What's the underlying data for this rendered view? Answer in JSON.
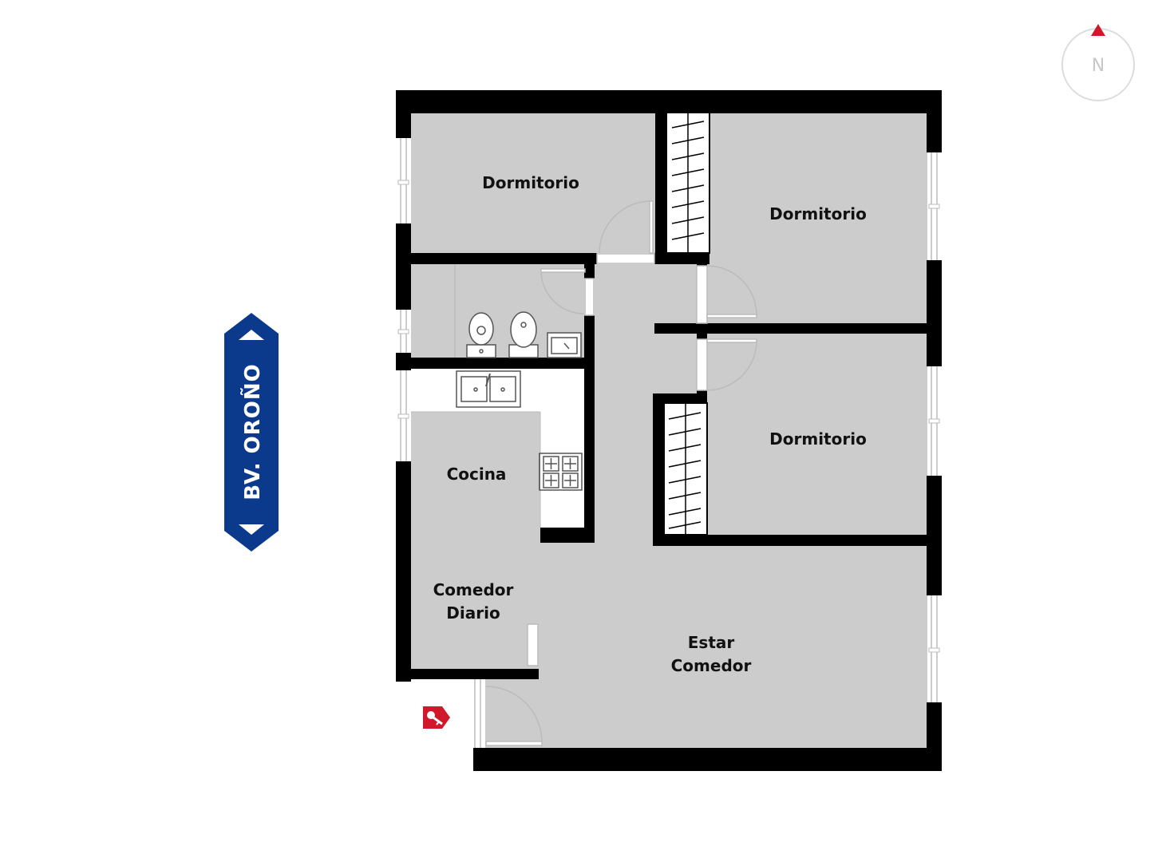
{
  "rooms": {
    "dormitorio_1": "Dormitorio",
    "dormitorio_2": "Dormitorio",
    "dormitorio_3": "Dormitorio",
    "cocina": "Cocina",
    "comedor_diario_line1": "Comedor",
    "comedor_diario_line2": "Diario",
    "estar_line1": "Estar",
    "estar_line2": "Comedor"
  },
  "street": {
    "name": "BV. OROÑO"
  },
  "compass": {
    "label": "N"
  },
  "colors": {
    "wall": "#000000",
    "floor": "#cccccc",
    "street_badge": "#0b3a8c",
    "accent_red": "#d0182a",
    "compass_ring": "#dddddd",
    "compass_text": "#c8c8c8"
  },
  "icons": {
    "entrance": "key-icon",
    "north": "compass-icon",
    "street_direction": "double-arrow-icon"
  }
}
